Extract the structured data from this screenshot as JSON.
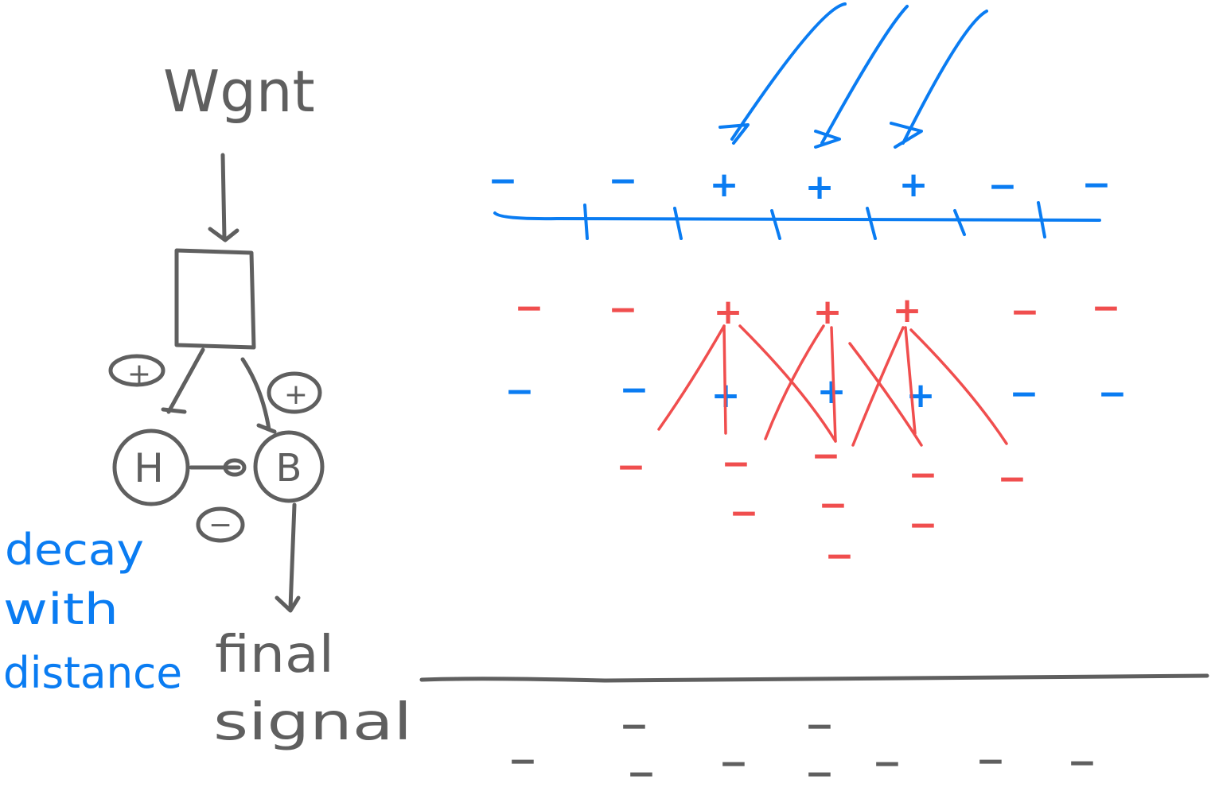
{
  "left_diagram": {
    "input_label": "Wgnt",
    "node_h": "H",
    "node_b": "B",
    "sign_box_to_h": "+",
    "sign_box_to_b": "+",
    "sign_h_to_b": "−",
    "output_label_line1": "final",
    "output_label_line2": "signal",
    "note_line1": "decay",
    "note_line2": "with",
    "note_line3": "distance"
  },
  "right_diagram": {
    "blue_top_row": [
      "−",
      "−",
      "+",
      "+",
      "+",
      "−",
      "−"
    ],
    "red_row": [
      "−",
      "−",
      "+",
      "+",
      "+",
      "−",
      "−"
    ],
    "blue_middle_row": [
      "−",
      "−",
      "+",
      "+",
      "+",
      "−",
      "−"
    ],
    "red_lower_marks": [
      "−",
      "−",
      "−",
      "−",
      "−",
      "−",
      "−",
      "−",
      "−"
    ],
    "gray_bottom_row": [
      "−",
      "−",
      "−",
      "−",
      "−",
      "−",
      "−",
      "−",
      "−"
    ]
  },
  "colors": {
    "gray": "#5f5f5f",
    "blue": "#0a7cf2",
    "red": "#f04e4e"
  }
}
